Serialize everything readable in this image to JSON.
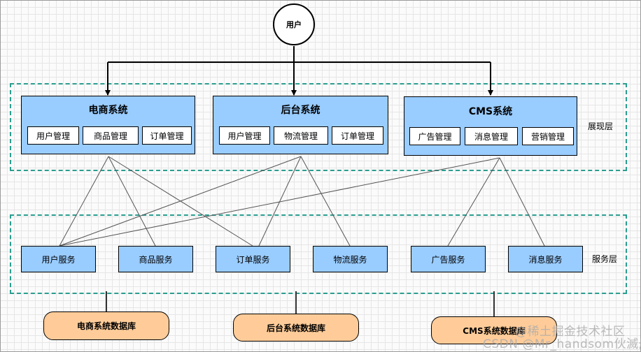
{
  "user": {
    "label": "用户"
  },
  "layers": {
    "presentation": {
      "label": "展现层"
    },
    "service": {
      "label": "服务层"
    }
  },
  "systems": [
    {
      "title": "电商系统",
      "modules": [
        "用户管理",
        "商品管理",
        "订单管理"
      ]
    },
    {
      "title": "后台系统",
      "modules": [
        "用户管理",
        "物流管理",
        "订单管理"
      ]
    },
    {
      "title": "CMS系统",
      "modules": [
        "广告管理",
        "消息管理",
        "营销管理"
      ]
    }
  ],
  "services": [
    "用户服务",
    "商品服务",
    "订单服务",
    "物流服务",
    "广告服务",
    "消息服务"
  ],
  "databases": [
    "电商系统数据库",
    "后台系统数据库",
    "CMS系统数据库"
  ],
  "watermark": {
    "line1": "@稀土掘金技术社区",
    "line2": "CSDN @Mr_handsom伙滅册"
  },
  "colors": {
    "system_fill": "#99ccff",
    "service_fill": "#99ccff",
    "database_fill": "#ffcc99",
    "layer_border": "#2a9d8f"
  }
}
